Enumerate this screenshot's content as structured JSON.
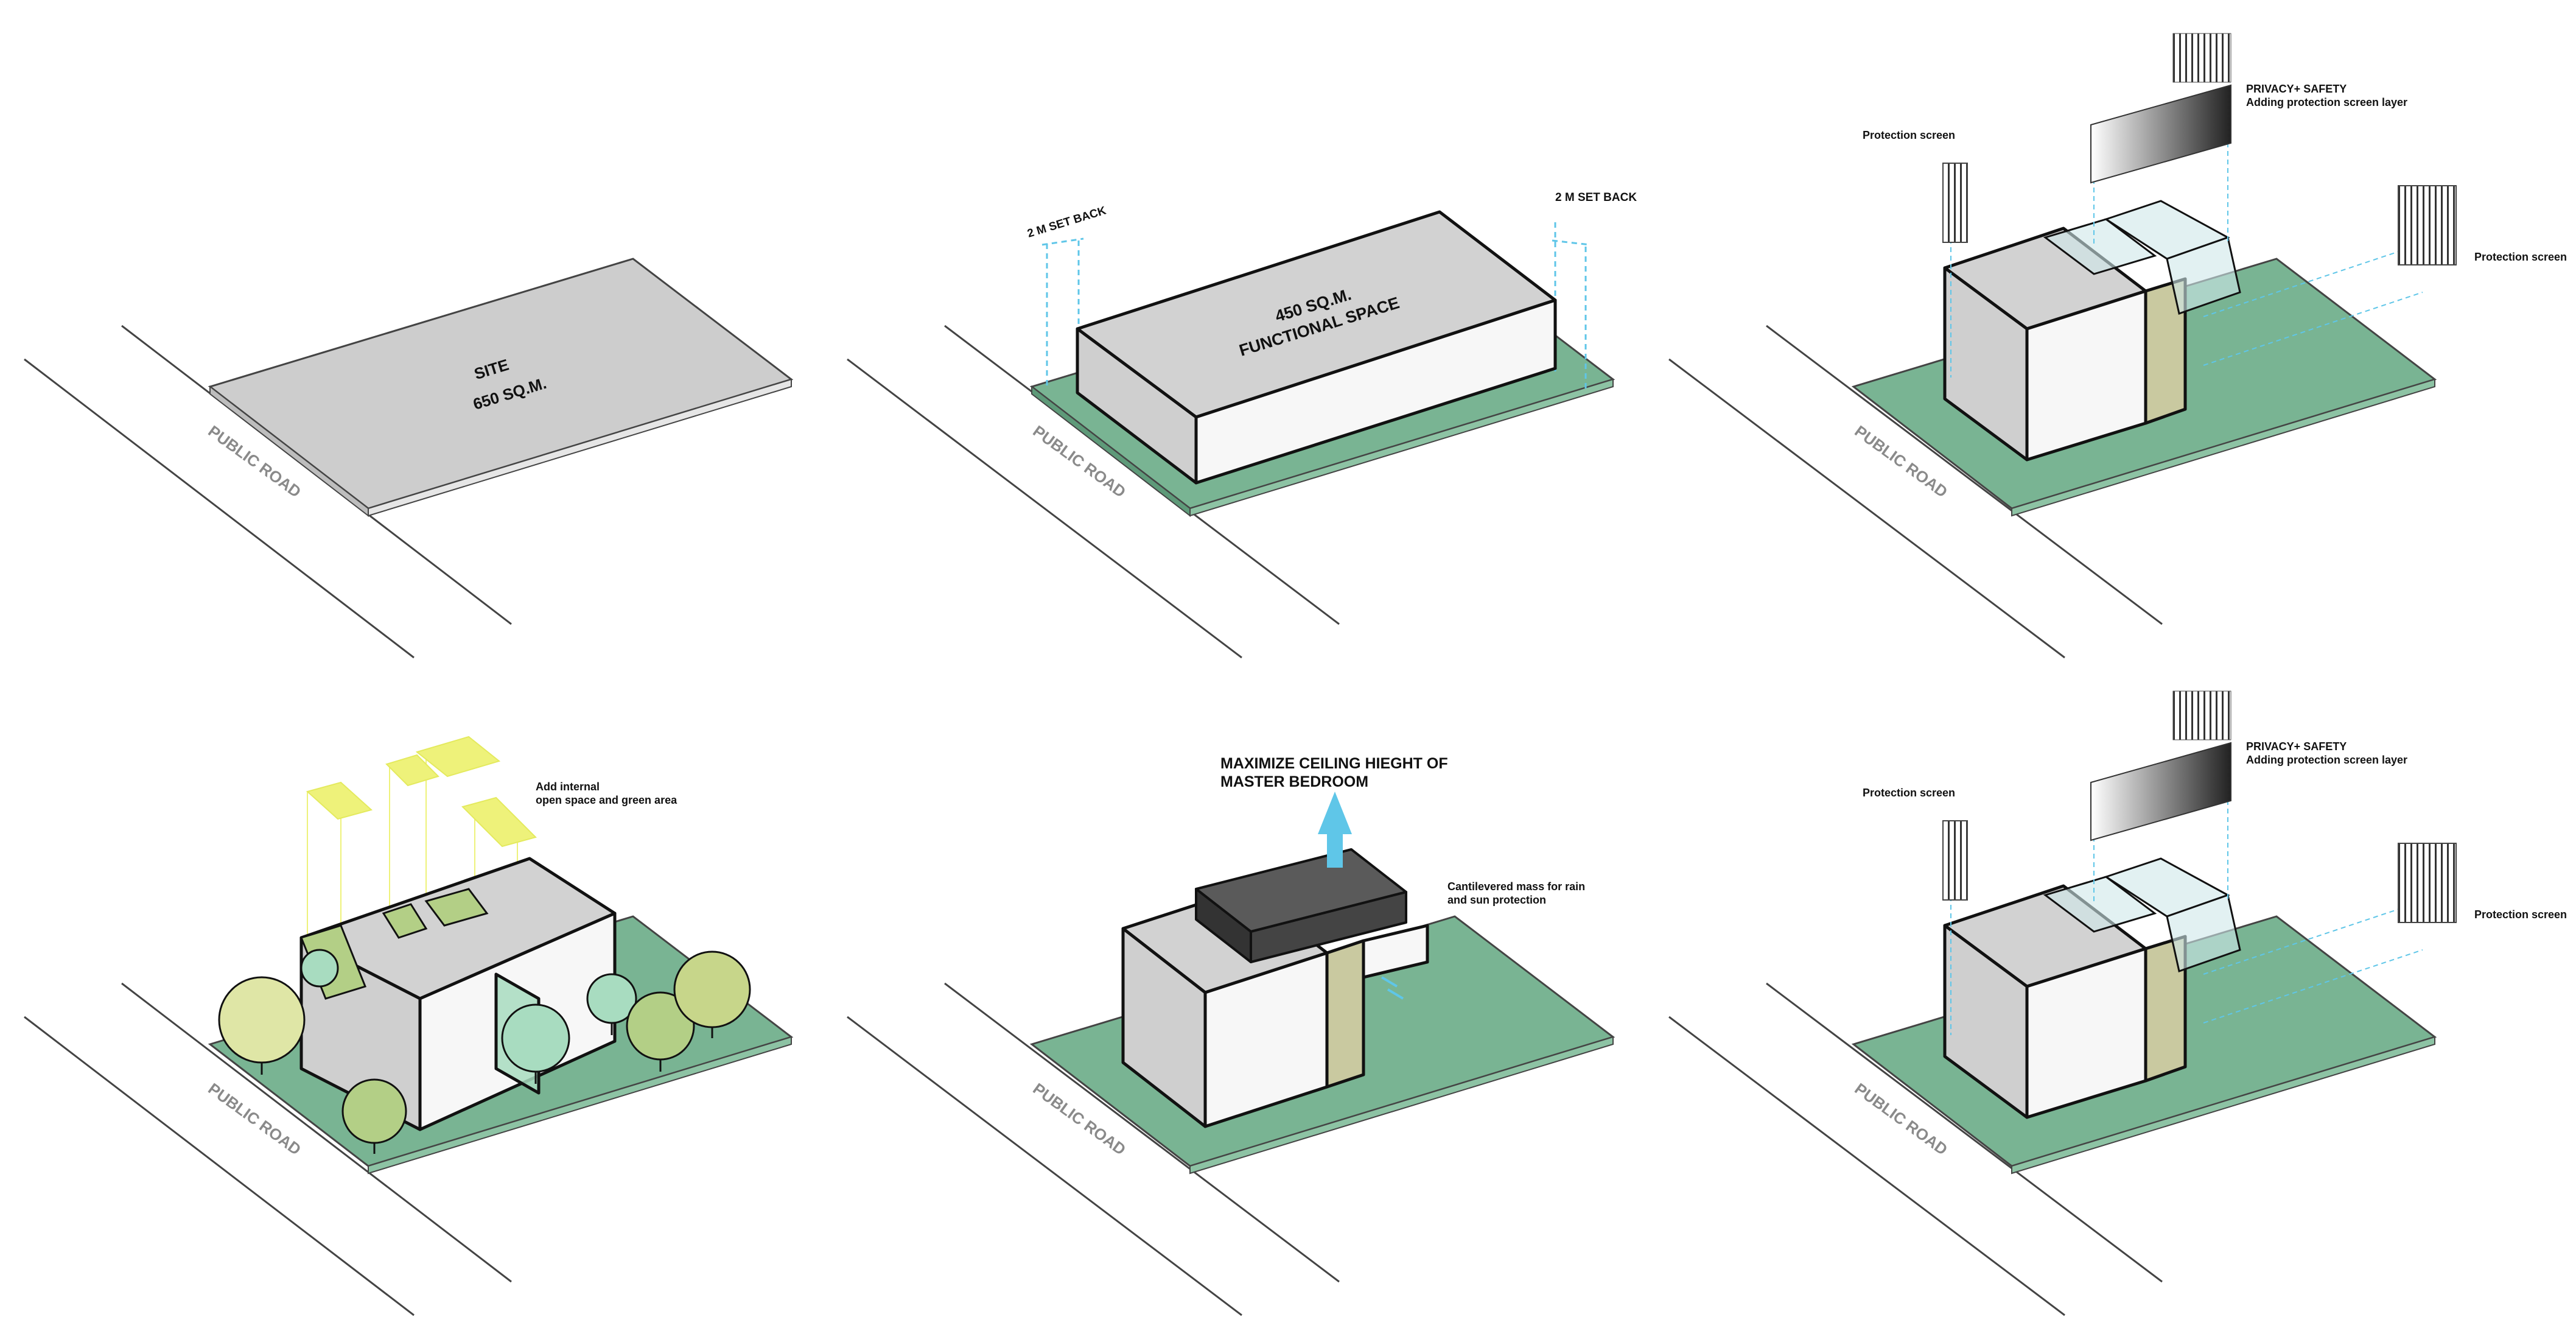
{
  "colors": {
    "ground_green": "#79b493",
    "site_gray": "#cdcdcd",
    "mass_top": "#d2d2d2",
    "mass_front": "#f7f7f7",
    "dark_mass": "#3d3d3d",
    "light_yellow": "#eef27a",
    "sky_blue": "#5fc6e8",
    "glass": "#cfe7ea",
    "tree_yellow": "#dfe6a6",
    "tree_green": "#b3cf86",
    "tree_mint": "#a8dcc0",
    "olive": "#b9c08f"
  },
  "panels": [
    {
      "id": "site",
      "road_label": "PUBLIC ROAD",
      "site_label_line1": "SITE",
      "site_label_line2": "650 SQ.M."
    },
    {
      "id": "setback",
      "road_label": "PUBLIC ROAD",
      "setback_left": "2 M SET BACK",
      "setback_right": "2 M SET BACK",
      "area_line1": "450 SQ.M.",
      "area_line2": "FUNCTIONAL SPACE"
    },
    {
      "id": "screen-1",
      "road_label": "PUBLIC ROAD",
      "screen_left": "Protection screen",
      "screen_right": "Protection screen",
      "privacy_line1": "PRIVACY+ SAFETY",
      "privacy_line2": "Adding protection screen layer"
    },
    {
      "id": "green",
      "road_label": "PUBLIC ROAD",
      "note_line1": "Add internal",
      "note_line2": "open space and green area"
    },
    {
      "id": "ceiling",
      "road_label": "PUBLIC ROAD",
      "title_line1": "MAXIMIZE CEILING HIEGHT OF",
      "title_line2": "MASTER BEDROOM",
      "note_line1": "Cantilevered mass for rain",
      "note_line2": "and sun protection"
    },
    {
      "id": "screen-2",
      "road_label": "PUBLIC ROAD",
      "screen_left": "Protection screen",
      "screen_right": "Protection screen",
      "privacy_line1": "PRIVACY+ SAFETY",
      "privacy_line2": "Adding protection screen layer"
    }
  ]
}
